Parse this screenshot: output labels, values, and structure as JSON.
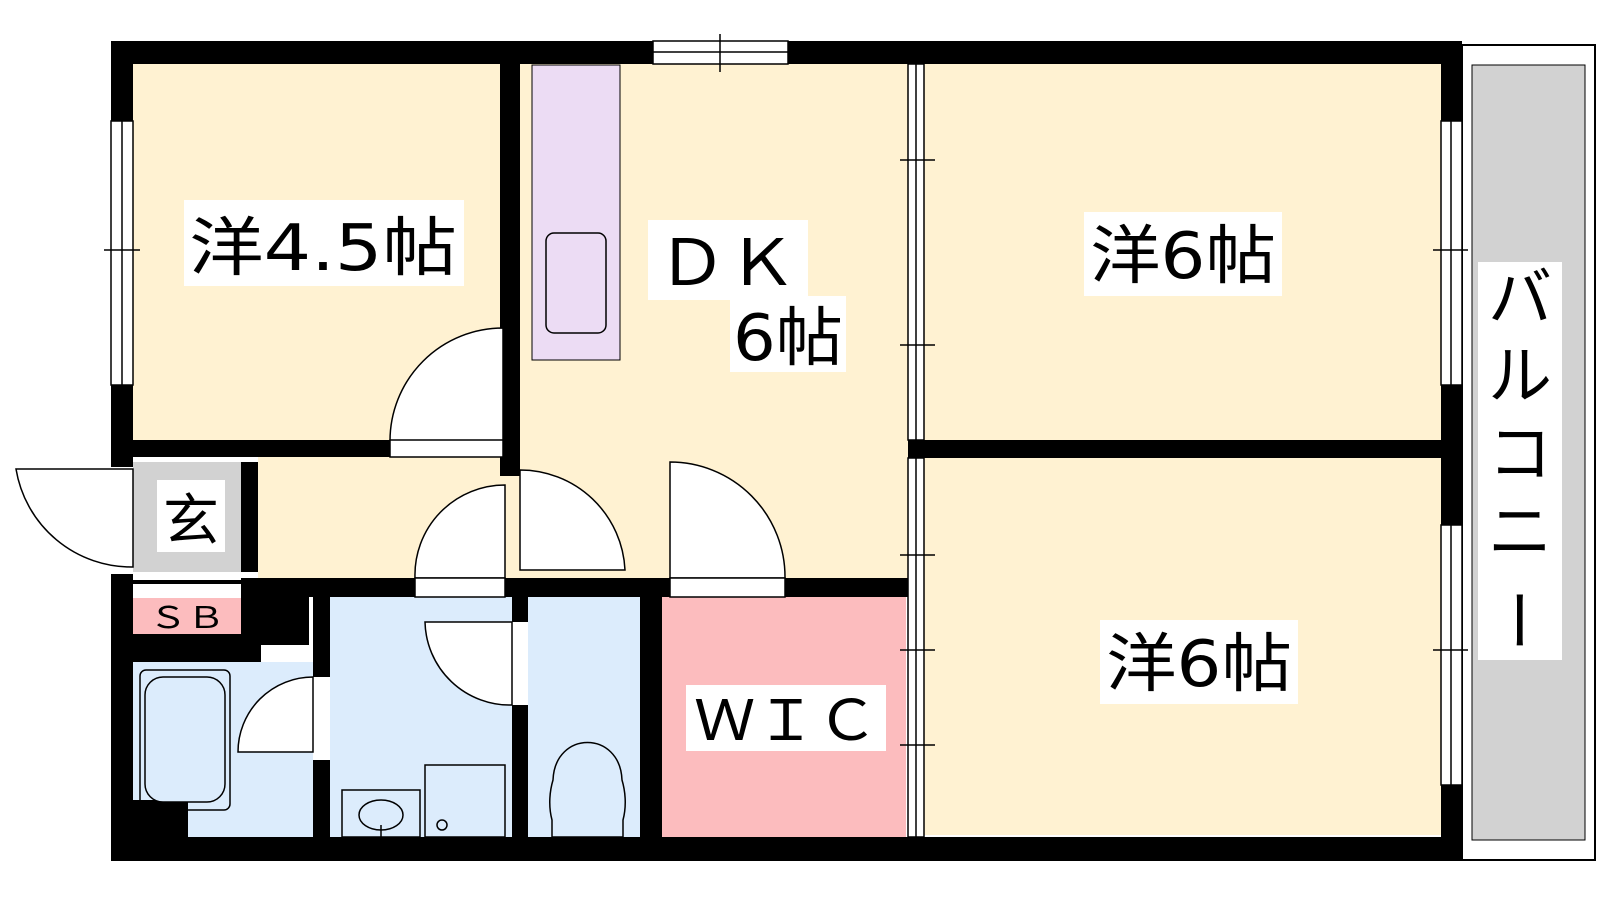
{
  "rooms": {
    "western_a": "洋4.5帖",
    "dk_name": "ＤＫ",
    "dk_size": "6帖",
    "western_b": "洋6帖",
    "western_c": "洋6帖",
    "entrance": "玄",
    "shoe_box": "ＳＢ",
    "wic": "ＷＩＣ",
    "balcony": [
      "バ",
      "ル",
      "コ",
      "ニ",
      "ー"
    ]
  },
  "colors": {
    "wall": "#000000",
    "room": "#fff2d2",
    "kitchen": "#ecdcf4",
    "wet": "#dcecfc",
    "wic": "#fcbcbe",
    "entrance": "#d2d2d2",
    "balcony": "#d2d2d2",
    "sb": "#fcbcbe"
  }
}
